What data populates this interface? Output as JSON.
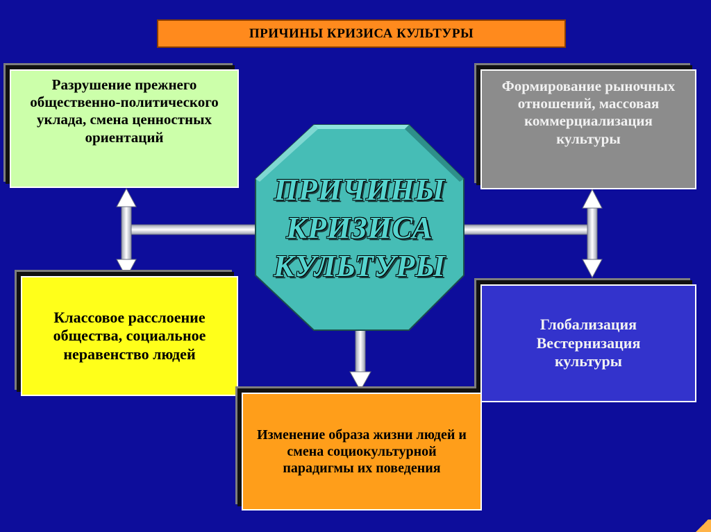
{
  "diagram": {
    "title": "ПРИЧИНЫ КРИЗИСА КУЛЬТУРЫ",
    "center_label": "ПРИЧИНЫ КРИЗИСА КУЛЬТУРЫ",
    "boxes": {
      "top_left": "Разрушение прежнего общественно-политического уклада, смена ценностных ориентаций",
      "mid_left": "Классовое расслоение общества, социальное неравенство людей",
      "top_right": "Формирование рыночных отношений, массовая коммерциализация культуры",
      "mid_right": "Глобализация Вестернизация культуры",
      "bottom_center": "Изменение образа жизни людей и смена социокультурной парадигмы их поведения"
    }
  },
  "colors": {
    "background": "#0d0d9b",
    "title_bar": "#ff8a1d",
    "top_left_box": "#ccffaa",
    "mid_left_box": "#ffff1a",
    "top_right_box": "#8c8c8c",
    "mid_right_box": "#3333cc",
    "bottom_center_box": "#ff9e1a",
    "octagon": "#46bdb6",
    "connector": "#ffffff"
  }
}
